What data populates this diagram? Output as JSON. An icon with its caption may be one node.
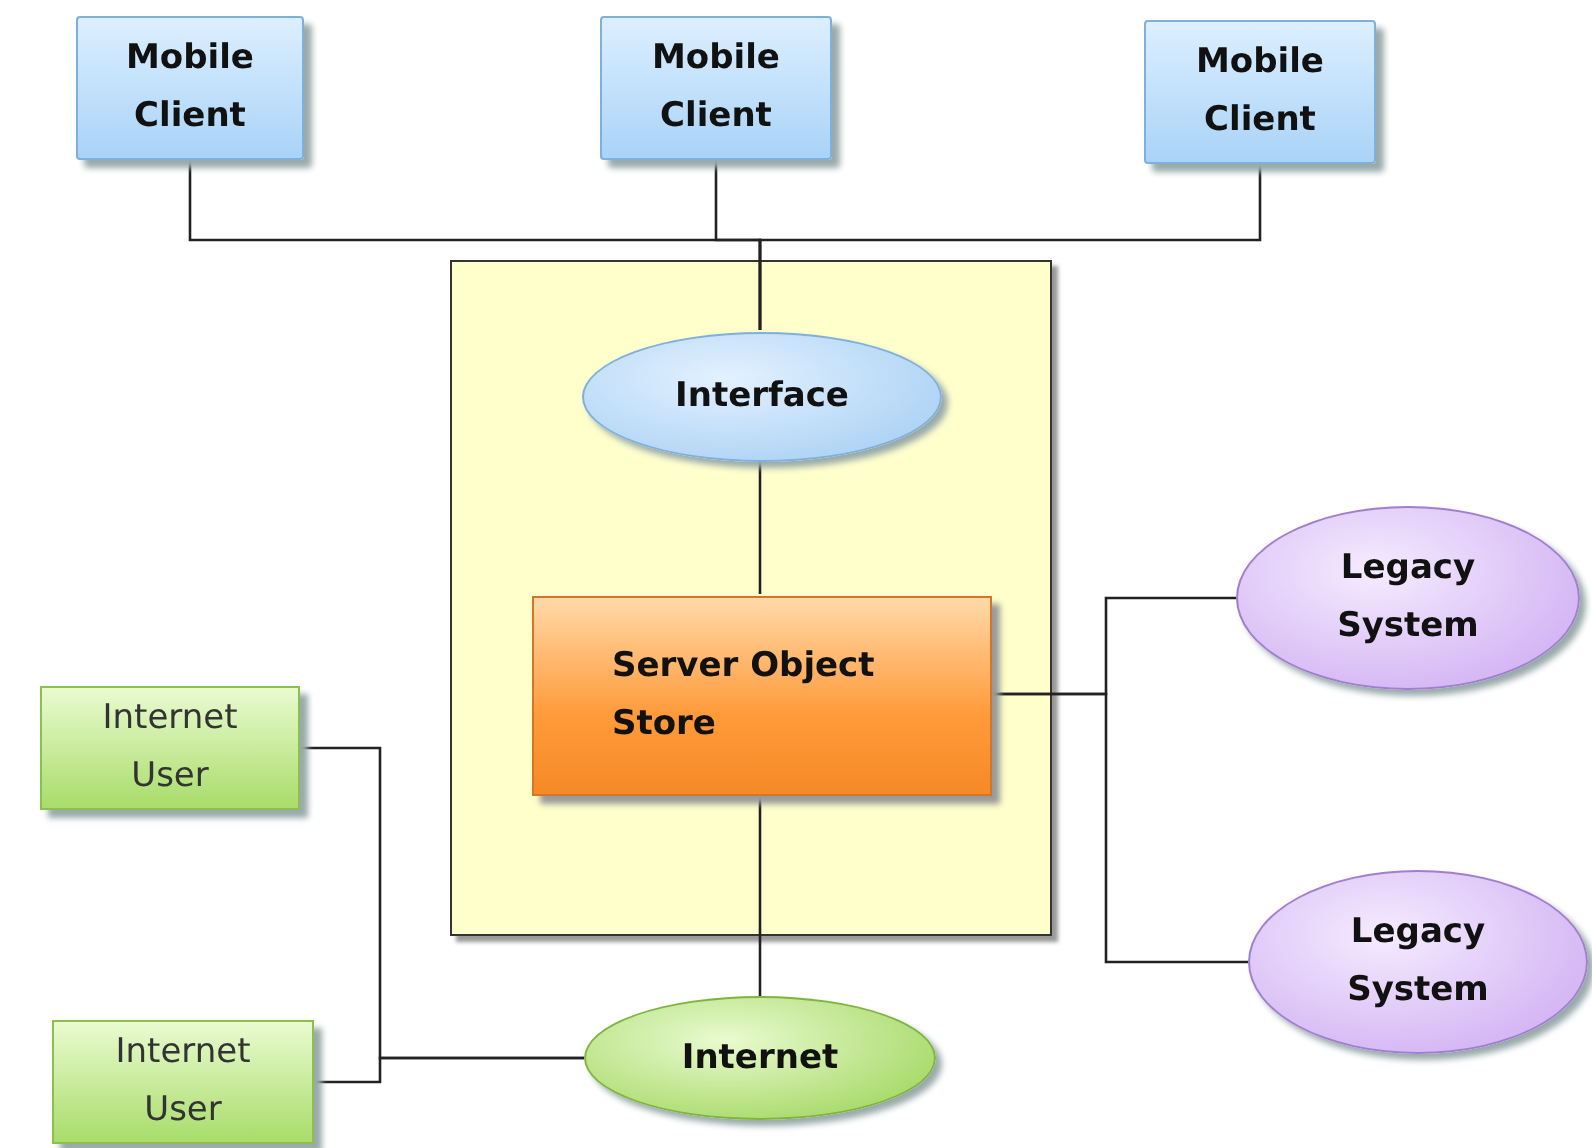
{
  "diagram": {
    "nodes": [
      {
        "text": [
          "Mobile Client"
        ]
      },
      {
        "text": [
          "Mobile Client"
        ]
      },
      {
        "text": [
          "Mobile Client"
        ]
      },
      {
        "text": [],
        "shape": "box"
      },
      {
        "text": [
          "Interface"
        ],
        "in": 3
      },
      {
        "text": [
          "Server Object Store"
        ],
        "in": 3
      },
      {
        "text": [
          "Legacy System"
        ]
      },
      {
        "text": [
          "Legacy System"
        ]
      },
      {
        "text": [
          "Internet User"
        ]
      },
      {
        "text": [
          "Internet User"
        ]
      },
      {
        "text": [
          "Internet"
        ]
      }
    ],
    "edges": [
      {
        "from": 0,
        "to": 4,
        "arrow": "none"
      },
      {
        "from": 1,
        "to": 4,
        "arrow": "none"
      },
      {
        "from": 2,
        "to": 4,
        "arrow": "none"
      },
      {
        "from": 4,
        "to": 5,
        "arrow": "none"
      },
      {
        "from": 5,
        "to": 6,
        "arrow": "none"
      },
      {
        "from": 5,
        "to": 7,
        "arrow": "none"
      },
      {
        "from": 5,
        "to": 10,
        "arrow": "none"
      },
      {
        "from": 8,
        "to": 10,
        "arrow": "none"
      },
      {
        "from": 9,
        "to": 10,
        "arrow": "none"
      }
    ]
  }
}
